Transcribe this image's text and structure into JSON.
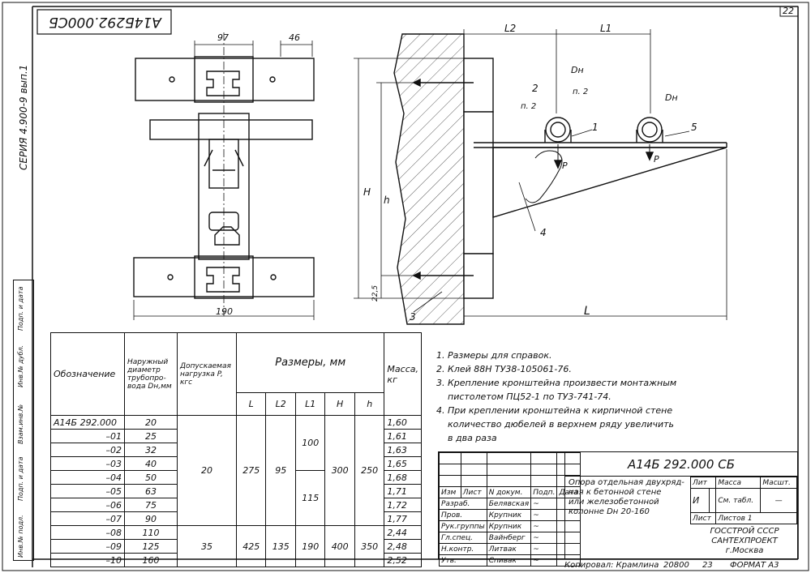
{
  "sheet": {
    "page_number": "22",
    "doc_code_stamp": "А14Б292.000СБ",
    "series": "СЕРИЯ 4.900-9 вып.1",
    "copied_by": "Копировал: Крамлина",
    "copy_number": "20800",
    "copy_page": "23",
    "format": "ФОРМАТ А3"
  },
  "side_stamp": {
    "labels": [
      "Инв.№ подл.",
      "Подп. и дата",
      "Взам.инв.№",
      "Инв.№ дубл.",
      "Подп. и дата"
    ]
  },
  "drawing": {
    "plan_dims": {
      "d97": "97",
      "d46": "46",
      "d190": "190"
    },
    "elev_labels": {
      "L2": "L2",
      "L1": "L1",
      "Dn1": "Dн",
      "Dn2": "Dн",
      "n2a": "п. 2",
      "n2b": "п. 2",
      "pos1": "1",
      "pos2": "2",
      "pos3": "3",
      "pos4": "4",
      "pos5": "5",
      "P1": "P",
      "P2": "P",
      "H": "H",
      "h": "h",
      "d22_5": "22,5",
      "L": "L"
    }
  },
  "spec_table": {
    "headers": {
      "designation": "Обозначение",
      "diameter": "Наружный диаметр трубопро-вода Dн,мм",
      "load": "Допускаемая нагрузка P, кгс",
      "sizes": "Размеры, мм",
      "mass": "Масса, кг",
      "L": "L",
      "L2": "L2",
      "L1": "L1",
      "H": "H",
      "h": "h"
    },
    "rows": [
      {
        "des": "А14Б 292.000",
        "d": "20",
        "m": "1,60"
      },
      {
        "des": "–01",
        "d": "25",
        "m": "1,61"
      },
      {
        "des": "–02",
        "d": "32",
        "m": "1,63"
      },
      {
        "des": "–03",
        "d": "40",
        "m": "1,65"
      },
      {
        "des": "–04",
        "d": "50",
        "m": "1,68"
      },
      {
        "des": "–05",
        "d": "63",
        "m": "1,71"
      },
      {
        "des": "–06",
        "d": "75",
        "m": "1,72"
      },
      {
        "des": "–07",
        "d": "90",
        "m": "1,77"
      },
      {
        "des": "–08",
        "d": "110",
        "m": "2,44"
      },
      {
        "des": "–09",
        "d": "125",
        "m": "2,48"
      },
      {
        "des": "–10",
        "d": "160",
        "m": "2,52"
      }
    ],
    "group1": {
      "P": "20",
      "L": "275",
      "L2": "95",
      "L1a": "100",
      "L1b": "115",
      "H": "300",
      "h": "250"
    },
    "group2": {
      "P": "35",
      "L": "425",
      "L2": "135",
      "L1": "190",
      "H": "400",
      "h": "350"
    }
  },
  "notes": [
    "1. Размеры для справок.",
    "2. Клей 88Н ТУ38-105061-76.",
    "3. Крепление кронштейна произвести монтажным",
    "пистолетом ПЦ52-1 по ТУ3-741-74.",
    "4. При креплении кронштейна к кирпичной стене",
    "количество дюбелей в верхнем ряду увеличить",
    "в два раза"
  ],
  "title_block": {
    "code": "А14Б 292.000 СБ",
    "title_lines": [
      "Опора отдельная двухряд-",
      "ная к бетонной стене",
      "или железобетонной",
      "колонне Dн 20-160"
    ],
    "lit_label": "Лит",
    "mass_label": "Масса",
    "scale_label": "Масшт.",
    "lit_value": "И",
    "mass_value": "См. табл.",
    "scale_value": "—",
    "sheet_label": "Лист",
    "sheets_label": "Листов 1",
    "org": [
      "ГОССТРОЙ СССР",
      "САНТЕХПРОЕКТ",
      "г.Москва"
    ],
    "col_headers": [
      "Изм",
      "Лист",
      "N докум.",
      "Подп.",
      "Дата"
    ],
    "people": [
      {
        "role": "Разраб.",
        "name": "Белявская"
      },
      {
        "role": "Пров.",
        "name": "Крупник"
      },
      {
        "role": "Рук.группы",
        "name": "Крупник"
      },
      {
        "role": "Гл.спец.",
        "name": "Вайнберг"
      },
      {
        "role": "Н.контр.",
        "name": "Литвак"
      },
      {
        "role": "Утв.",
        "name": "Спивак"
      }
    ]
  }
}
